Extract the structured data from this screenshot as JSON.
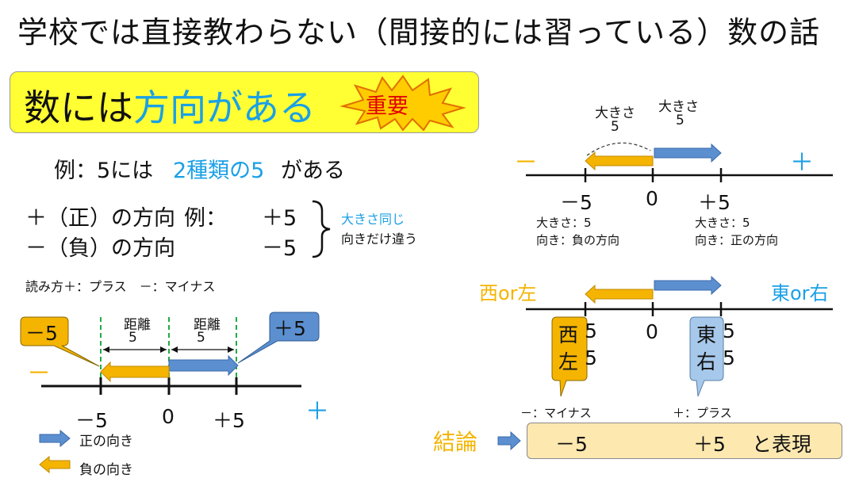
{
  "title": "学校では直接教わらない（間接的には習っている）数の話",
  "headline": {
    "part1": "数には",
    "part2": "方向がある",
    "badge": "重要"
  },
  "example": {
    "prefix": "例：5には",
    "highlight": "2種類の5",
    "suffix": "がある"
  },
  "directions": {
    "positive_label": "＋（正）の方向",
    "example_label": "例：",
    "positive_value": "＋5",
    "negative_label": "－（負）の方向",
    "negative_value": "－5",
    "note_same": "大きさ同じ",
    "note_diff": "向きだけ違う"
  },
  "reading": "読み方＋：プラス　－：マイナス",
  "left_line": {
    "callout_neg": "－5",
    "callout_pos": "＋5",
    "dist_label": "距離",
    "dist_value": "5",
    "minus_sign": "－",
    "plus_sign": "＋",
    "tick_neg": "－5",
    "tick_zero": "0",
    "tick_pos": "＋5"
  },
  "legend": {
    "positive": "正の向き",
    "negative": "負の向き"
  },
  "top_right": {
    "size_label": "大きさ",
    "size_value": "5",
    "minus_sign": "－",
    "plus_sign": "＋",
    "tick_neg": "－5",
    "tick_zero": "0",
    "tick_pos": "＋5",
    "neg_size": "大きさ：5",
    "neg_dir": "向き：負の方向",
    "pos_size": "大きさ：5",
    "pos_dir": "向き：正の方向"
  },
  "mid_right": {
    "west": "西or左",
    "east": "東or右",
    "tick_zero": "0",
    "west_char": "西",
    "left_char": "左",
    "east_char": "東",
    "right_char": "右",
    "five": "5",
    "minus_read": "－：マイナス",
    "plus_read": "＋：プラス"
  },
  "conclusion": {
    "label": "結論",
    "neg": "－5",
    "pos": "＋5",
    "suffix": "と表現"
  },
  "colors": {
    "blue_arrow": "#5b8fd0",
    "orange_arrow": "#f4b400",
    "accent_blue": "#1aa0e6",
    "red": "#e00000",
    "yellow": "#ffff33",
    "green_dash": "#22aa44"
  }
}
